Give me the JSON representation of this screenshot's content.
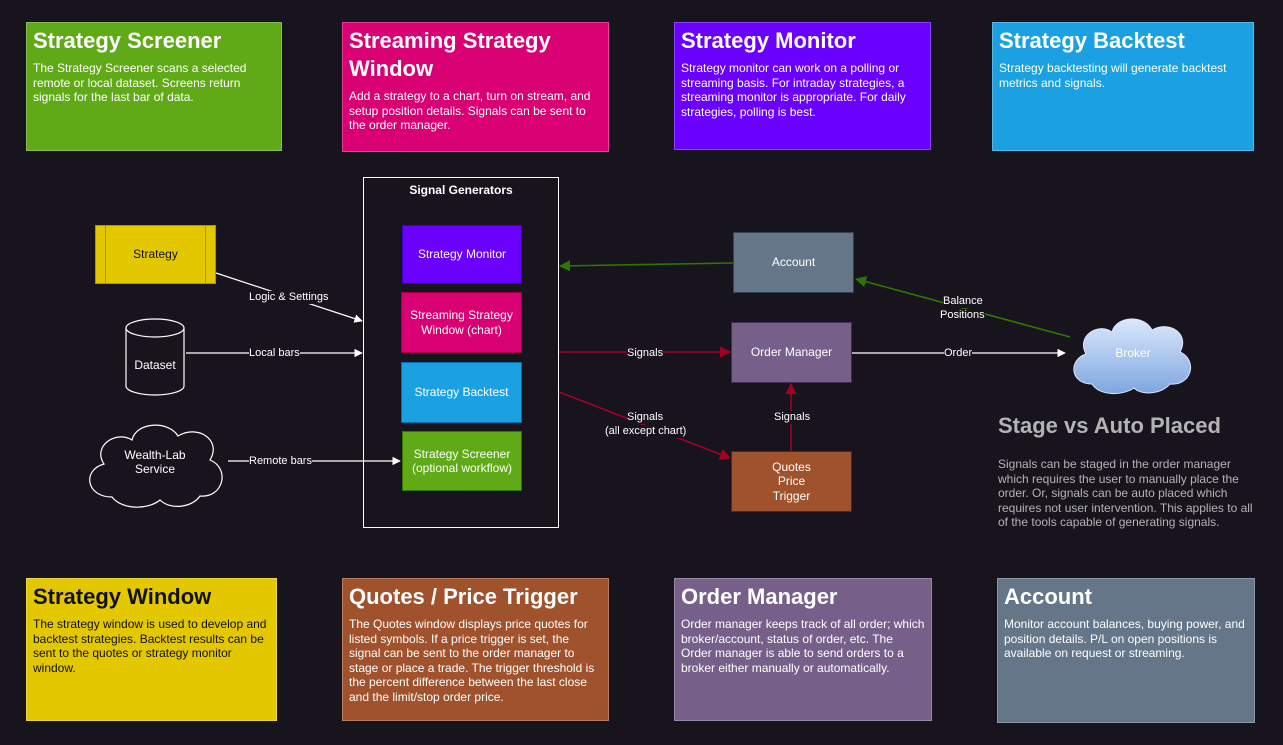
{
  "cards": {
    "strategy_screener": {
      "title": "Strategy Screener",
      "body": "The Strategy Screener scans a selected remote or local dataset.  Screens return signals for the last bar of data.",
      "color": "#60a917"
    },
    "streaming_window": {
      "title": "Streaming Strategy Window",
      "body": "Add a strategy to a chart, turn on stream, and setup position details.  Signals can be sent to the order manager.",
      "color": "#d80073"
    },
    "strategy_monitor": {
      "title": "Strategy Monitor",
      "body": "Strategy monitor can work on a polling or streaming basis.  For intraday strategies, a streaming monitor is appropriate.  For daily strategies, polling is best.",
      "color": "#6a00ff"
    },
    "strategy_backtest": {
      "title": "Strategy Backtest",
      "body": "Strategy backtesting will generate backtest metrics and signals.",
      "color": "#1ba1e2"
    },
    "strategy_window": {
      "title": "Strategy Window",
      "body": "The strategy window is used to develop and backtest strategies.  Backtest results can be sent to the quotes or strategy monitor window.",
      "color": "#e3c800"
    },
    "quotes_trigger": {
      "title": "Quotes / Price Trigger",
      "body": "The Quotes window displays price quotes for listed symbols.  If a price trigger is set, the signal can be sent to the order manager to stage or place a trade.  The trigger threshold is the percent difference between the last close and the limit/stop order price.",
      "color": "#a0522d"
    },
    "order_manager": {
      "title": "Order Manager",
      "body": "Order manager keeps track of all order; which broker/account, status of order, etc.  The Order manager is able to send orders to a broker either manually or automatically.",
      "color": "#76608a"
    },
    "account": {
      "title": "Account",
      "body": "Monitor account balances, buying power, and position details.  P/L on open positions is available on request or streaming.",
      "color": "#647687"
    }
  },
  "diagram": {
    "group_title": "Signal Generators",
    "gen_monitor": "Strategy Monitor",
    "gen_streaming": "Streaming Strategy Window (chart)",
    "gen_backtest": "Strategy Backtest",
    "gen_screener": "Strategy Screener (optional workflow)",
    "strategy": "Strategy",
    "dataset": "Dataset",
    "wealthlab": "Wealth-Lab Service",
    "account": "Account",
    "order_manager": "Order Manager",
    "quotes": "Quotes Price Trigger",
    "broker": "Broker",
    "edge_logic": "Logic & Settings",
    "edge_local": "Local bars",
    "edge_remote": "Remote bars",
    "edge_signals": "Signals",
    "edge_signals_except_1": "Signals",
    "edge_signals_except_2": "(all except chart)",
    "edge_signals_up": "Signals",
    "edge_order": "Order",
    "edge_balance_1": "Balance",
    "edge_balance_2": "Positions"
  },
  "note": {
    "title": "Stage vs Auto Placed",
    "body": "Signals can be staged in the order manager which requires the user to manually place the order.  Or, signals can be auto placed which requires not user intervention.  This applies to all of the tools capable of generating signals."
  },
  "colors": {
    "background": "#18141d",
    "red_arrow": "#a20025",
    "green_arrow": "#2d7600",
    "white_arrow": "#ffffff"
  }
}
